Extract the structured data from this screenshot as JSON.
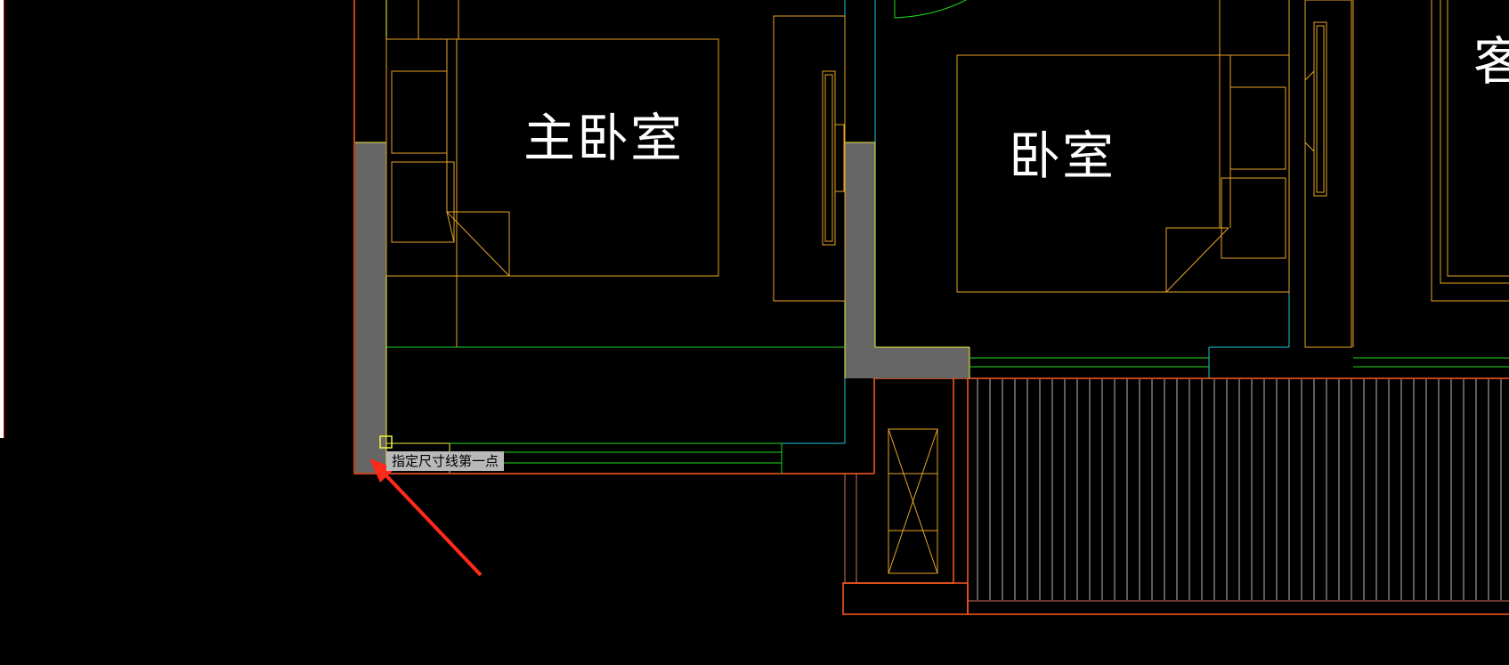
{
  "rooms": {
    "master_bedroom": "主卧室",
    "bedroom": "卧室",
    "living": "客"
  },
  "command_prompt": "指定尺寸线第一点",
  "colors": {
    "background": "#000000",
    "wall_fill": "#666666",
    "furniture": "#e6a526",
    "outline": "#ff5a1f",
    "window": "#1ed81e",
    "cyan": "#1ec8d8",
    "yellow": "#f0f040",
    "arrow": "#ff2a1a"
  },
  "icons": [
    "cursor-snap-icon",
    "pointer-arrow-icon"
  ]
}
